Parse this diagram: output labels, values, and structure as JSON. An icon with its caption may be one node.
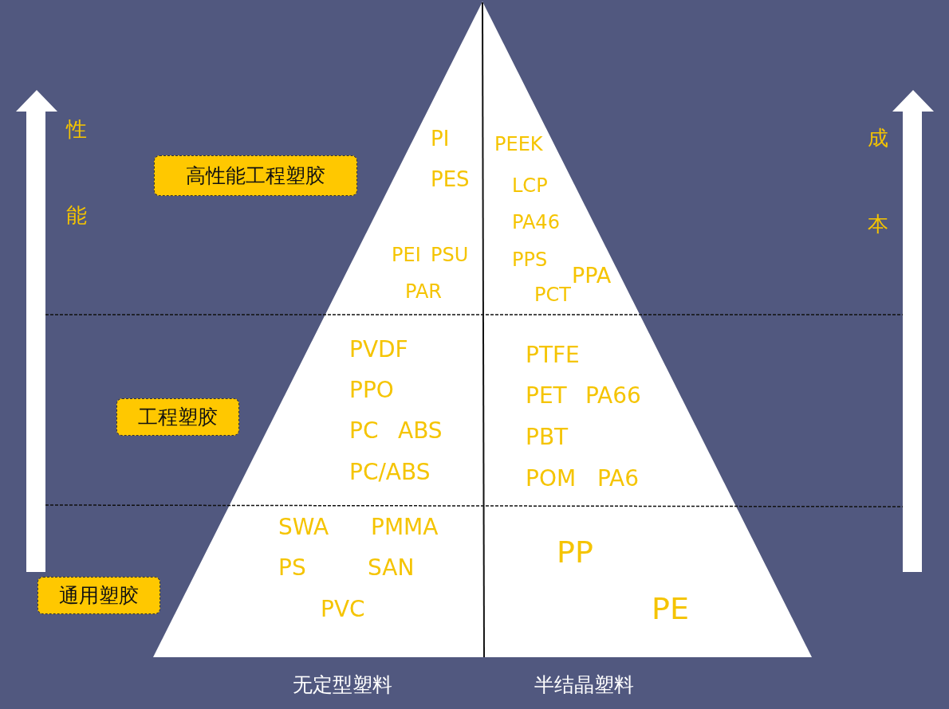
{
  "diagram": {
    "nodes": [
      {
        "text": [
          "高性能工程塑胶"
        ]
      },
      {
        "text": [
          "工程塑胶"
        ]
      },
      {
        "text": [
          "通用塑胶"
        ]
      }
    ],
    "edges": [],
    "labels": [
      "性",
      "PI",
      "PEEK",
      "成",
      "PES",
      "LCP",
      "能",
      "PA46",
      "本",
      "PEI",
      "PSU",
      "PPS",
      "PPA",
      "PAR",
      "PCT",
      "PVDF",
      "PTFE",
      "PPO",
      "PET",
      "PA66",
      "PC",
      "ABS",
      "PBT",
      "PC/ABS",
      "POM",
      "PA6",
      "SWA",
      "PMMA",
      "PP",
      "PS",
      "SAN",
      "PVC",
      "PE",
      "无定型塑料",
      "半结晶塑料"
    ]
  }
}
